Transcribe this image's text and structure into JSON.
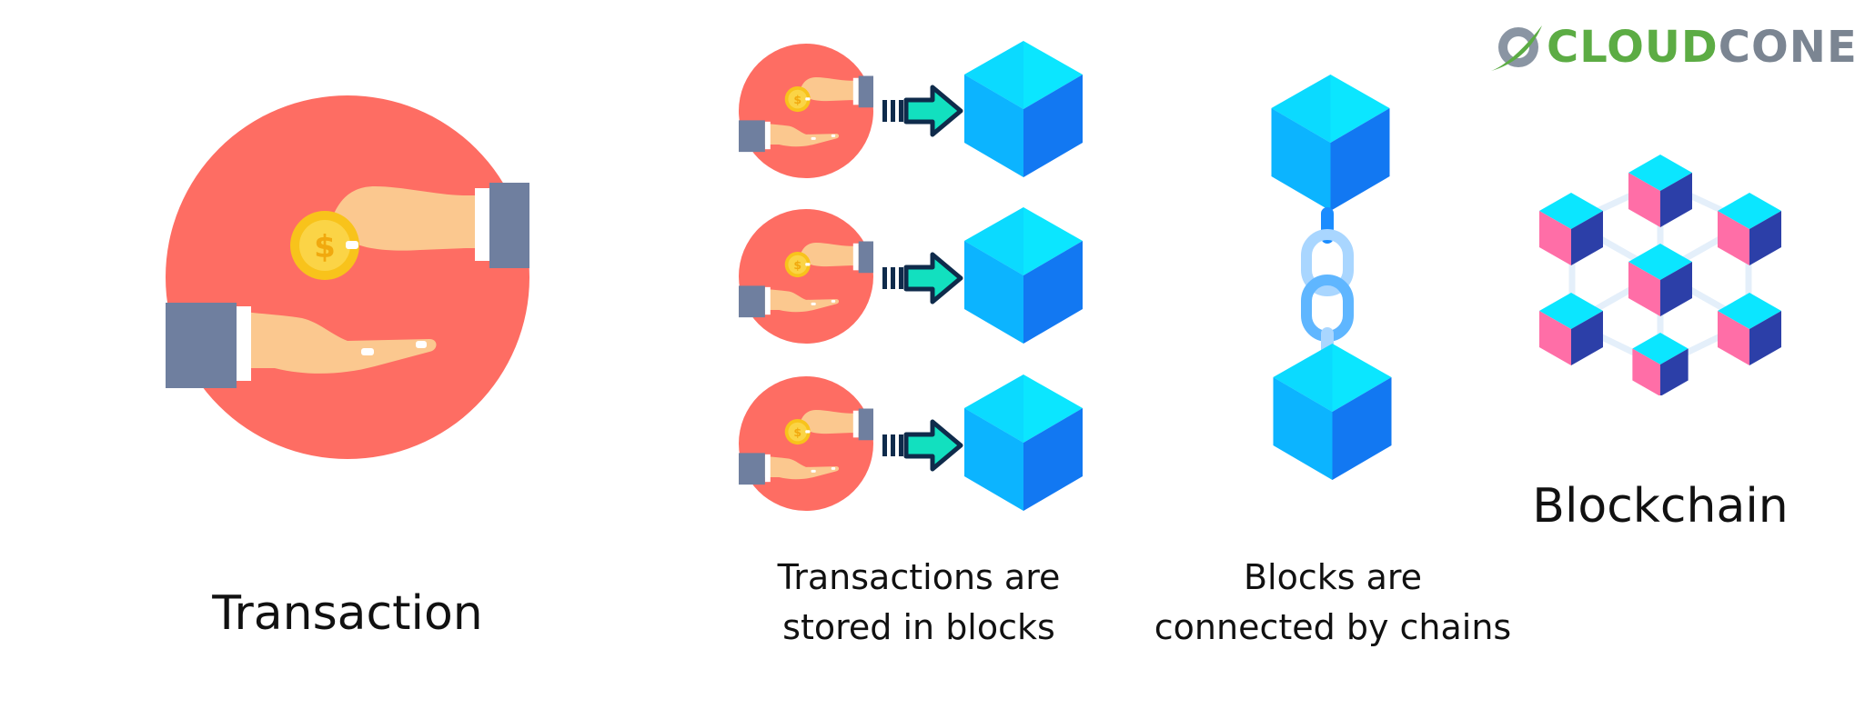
{
  "brand": {
    "part1": "CLOUD",
    "part2": "CONE",
    "color1": "#5cac44",
    "color2": "#7b8592"
  },
  "panels": {
    "transaction": {
      "label": "Transaction"
    },
    "stored": {
      "line1": "Transactions are",
      "line2": "stored in blocks"
    },
    "connected": {
      "line1": "Blocks are",
      "line2": "connected by chains"
    },
    "blockchain": {
      "label": "Blockchain"
    }
  },
  "icons": {
    "transaction": "hand-giving-coin-icon",
    "block": "cube-block-icon",
    "arrow": "right-arrow-icon",
    "chain": "chain-link-icon",
    "network": "block-network-icon"
  },
  "colors": {
    "circle": "#fe6d63",
    "cube_top": "#0be6ff",
    "cube_left": "#0cb4ff",
    "cube_right": "#1278f2",
    "arrow": "#12e0bf",
    "pink": "#ff6ea7",
    "navy": "#2c3fa8",
    "chain": "#5fb6ff"
  }
}
